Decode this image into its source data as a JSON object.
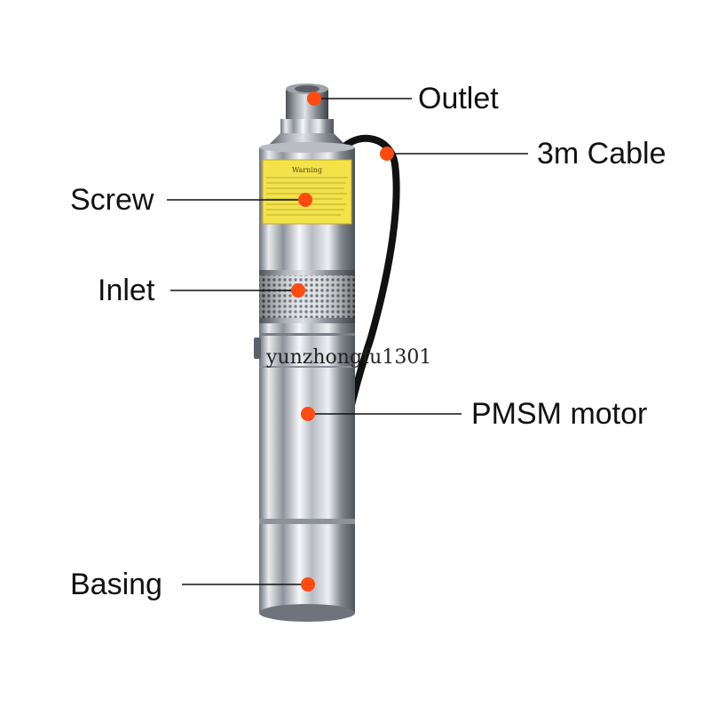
{
  "callouts": {
    "outlet": "Outlet",
    "cable": "3m Cable",
    "screw": "Screw",
    "inlet": "Inlet",
    "motor": "PMSM motor",
    "basing": "Basing"
  },
  "warning_title": "Warning",
  "watermark": "yunzhongfu1301",
  "colors": {
    "marker": "#ff4a10",
    "label_plate": "#f3e24a",
    "steel": "#c9ccd2",
    "cable": "#111111"
  }
}
